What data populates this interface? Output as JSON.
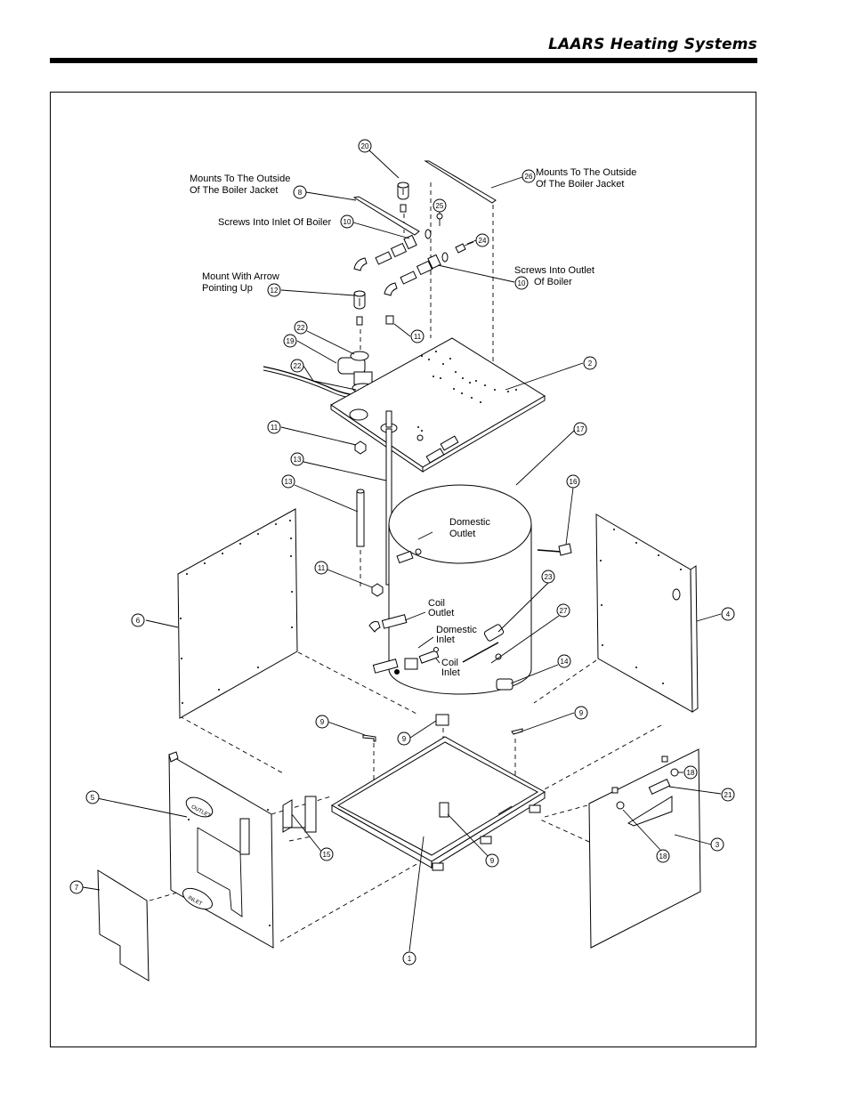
{
  "header": {
    "brand": "LAARS Heating Systems"
  },
  "callouts": [
    {
      "id": "callout-20",
      "num": "20"
    },
    {
      "id": "callout-26",
      "num": "26"
    },
    {
      "id": "callout-8",
      "num": "8"
    },
    {
      "id": "callout-10a",
      "num": "10"
    },
    {
      "id": "callout-25",
      "num": "25"
    },
    {
      "id": "callout-24",
      "num": "24"
    },
    {
      "id": "callout-10b",
      "num": "10"
    },
    {
      "id": "callout-12",
      "num": "12"
    },
    {
      "id": "callout-11a",
      "num": "11"
    },
    {
      "id": "callout-22a",
      "num": "22"
    },
    {
      "id": "callout-19",
      "num": "19"
    },
    {
      "id": "callout-22b",
      "num": "22"
    },
    {
      "id": "callout-2",
      "num": "2"
    },
    {
      "id": "callout-11b",
      "num": "11"
    },
    {
      "id": "callout-17",
      "num": "17"
    },
    {
      "id": "callout-13a",
      "num": "13"
    },
    {
      "id": "callout-13b",
      "num": "13"
    },
    {
      "id": "callout-16",
      "num": "16"
    },
    {
      "id": "callout-11c",
      "num": "11"
    },
    {
      "id": "callout-23",
      "num": "23"
    },
    {
      "id": "callout-6",
      "num": "6"
    },
    {
      "id": "callout-4",
      "num": "4"
    },
    {
      "id": "callout-27",
      "num": "27"
    },
    {
      "id": "callout-14",
      "num": "14"
    },
    {
      "id": "callout-9a",
      "num": "9"
    },
    {
      "id": "callout-9b",
      "num": "9"
    },
    {
      "id": "callout-9c",
      "num": "9"
    },
    {
      "id": "callout-18a",
      "num": "18"
    },
    {
      "id": "callout-5",
      "num": "5"
    },
    {
      "id": "callout-21",
      "num": "21"
    },
    {
      "id": "callout-15",
      "num": "15"
    },
    {
      "id": "callout-9d",
      "num": "9"
    },
    {
      "id": "callout-3",
      "num": "3"
    },
    {
      "id": "callout-18b",
      "num": "18"
    },
    {
      "id": "callout-7",
      "num": "7"
    },
    {
      "id": "callout-1",
      "num": "1"
    }
  ],
  "notes": {
    "mounts_outside_left_1": "Mounts To The Outside",
    "mounts_outside_left_2": "Of The Boiler Jacket",
    "mounts_outside_right_1": "Mounts To The Outside",
    "mounts_outside_right_2": "Of The Boiler Jacket",
    "screws_inlet": "Screws Into Inlet Of Boiler",
    "screws_outlet_1": "Screws Into Outlet",
    "screws_outlet_2": "Of Boiler",
    "mount_arrow_1": "Mount With Arrow",
    "mount_arrow_2": "Pointing Up",
    "domestic_outlet_1": "Domestic",
    "domestic_outlet_2": "Outlet",
    "coil_outlet_1": "Coil",
    "coil_outlet_2": "Outlet",
    "domestic_inlet_1": "Domestic",
    "domestic_inlet_2": "Inlet",
    "coil_inlet_1": "Coil",
    "coil_inlet_2": "Inlet"
  },
  "panel_text": {
    "outlet": "OUTLET",
    "inlet": "INLET"
  }
}
